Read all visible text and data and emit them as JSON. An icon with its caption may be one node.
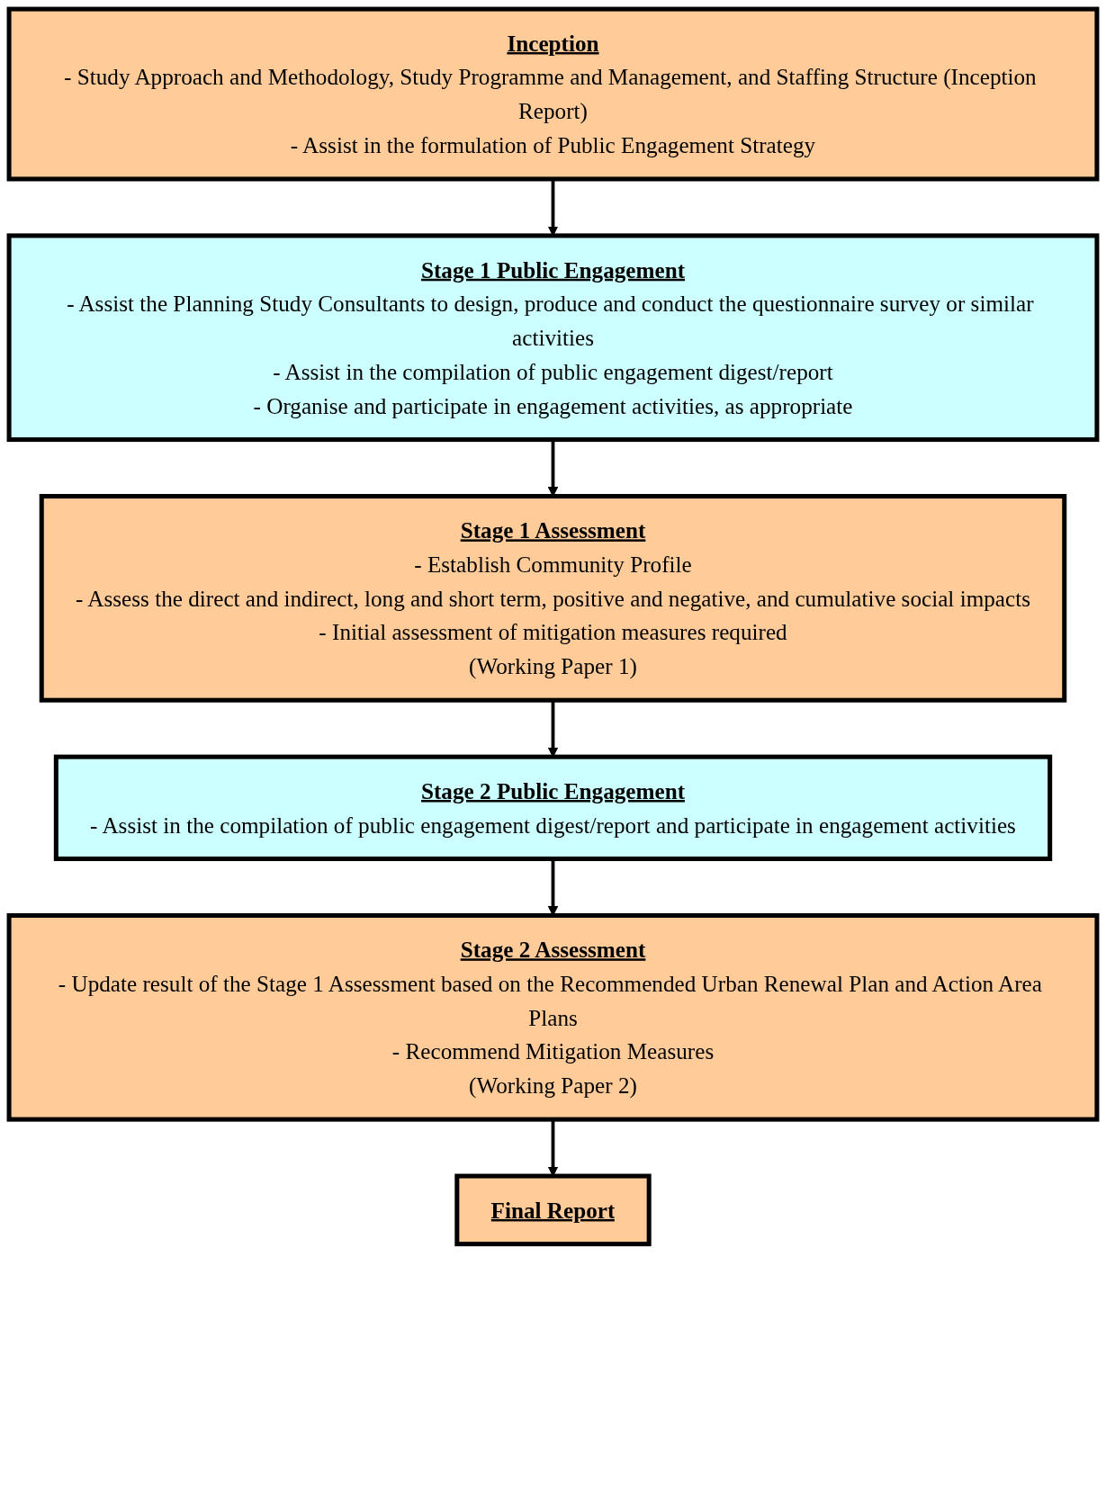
{
  "diagram": {
    "nodes": [
      {
        "text": [
          "Inception",
          "- Study Approach and Methodology, Study Programme and Management, and Staffing Structure (Inception Report)",
          "- Assist in the formulation of Public Engagement Strategy"
        ]
      },
      {
        "text": [
          "Stage 1 Public Engagement",
          "- Assist the Planning Study Consultants to design, produce and conduct the questionnaire survey or similar activities",
          "- Assist in the compilation of public engagement digest/report",
          "- Organise and participate in engagement activities, as appropriate"
        ]
      },
      {
        "text": [
          "Stage 1 Assessment",
          "- Establish Community Profile",
          "- Assess the direct and indirect, long and short term, positive and negative, and cumulative social impacts",
          "- Initial assessment of mitigation measures required",
          "(Working Paper 1)"
        ]
      },
      {
        "text": [
          "Stage 2 Public Engagement",
          "- Assist in the compilation of public engagement digest/report and participate in engagement activities"
        ]
      },
      {
        "text": [
          "Stage 2 Assessment",
          "- Update result of the Stage 1 Assessment based on the Recommended Urban Renewal Plan and Action Area Plans",
          "- Recommend Mitigation Measures",
          "(Working Paper 2)"
        ]
      },
      {
        "text": [
          "Final Report"
        ]
      }
    ],
    "edges": [
      {
        "from": 0,
        "to": 1,
        "arrow": "to"
      },
      {
        "from": 1,
        "to": 2,
        "arrow": "to"
      },
      {
        "from": 2,
        "to": 3,
        "arrow": "to"
      },
      {
        "from": 3,
        "to": 4,
        "arrow": "to"
      },
      {
        "from": 4,
        "to": 5,
        "arrow": "to"
      }
    ]
  }
}
